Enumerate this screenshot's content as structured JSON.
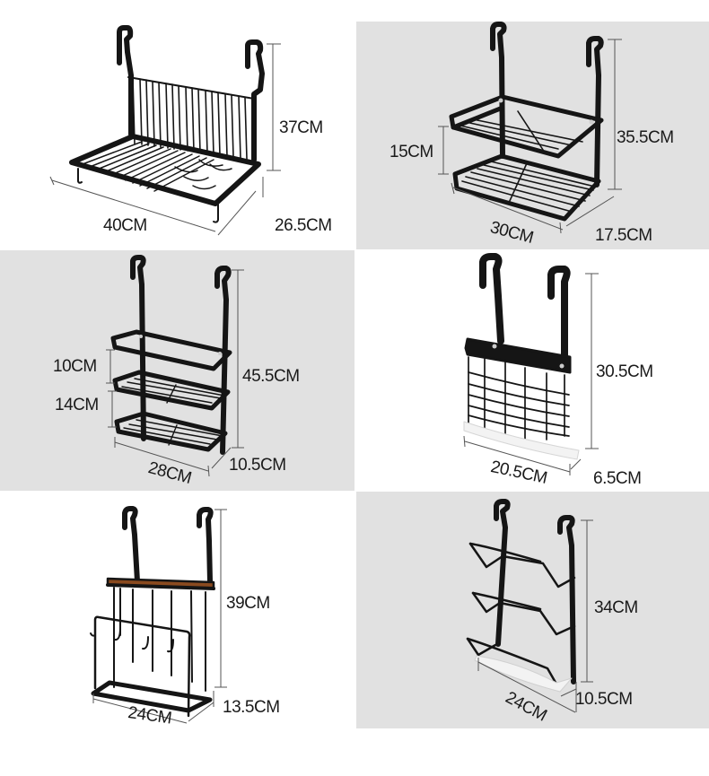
{
  "colors": {
    "panel_gray": "#e1e1e1",
    "panel_white": "#ffffff",
    "metal": "#151515",
    "dimension_line": "#555555",
    "wood": "#8a4a1f"
  },
  "products": [
    {
      "id": "dish-drying-rack",
      "icon": "dish-rack-icon",
      "height": "37CM",
      "width": "40CM",
      "depth": "26.5CM"
    },
    {
      "id": "two-tier-spice-rack",
      "icon": "two-tier-shelf-icon",
      "height": "35.5CM",
      "tier_gap": "15CM",
      "width": "30CM",
      "depth": "17.5CM"
    },
    {
      "id": "three-tier-spice-rack",
      "icon": "three-tier-shelf-icon",
      "height": "45.5CM",
      "tier_gap_top": "10CM",
      "tier_gap_bottom": "14CM",
      "width": "28CM",
      "depth": "10.5CM"
    },
    {
      "id": "utensil-basket",
      "icon": "utensil-basket-icon",
      "height": "30.5CM",
      "width": "20.5CM",
      "depth": "6.5CM"
    },
    {
      "id": "knife-and-board-holder",
      "icon": "knife-holder-icon",
      "height": "39CM",
      "width": "24CM",
      "depth": "13.5CM"
    },
    {
      "id": "pot-lid-rack",
      "icon": "lid-rack-icon",
      "height": "34CM",
      "width": "24CM",
      "depth": "10.5CM"
    }
  ]
}
